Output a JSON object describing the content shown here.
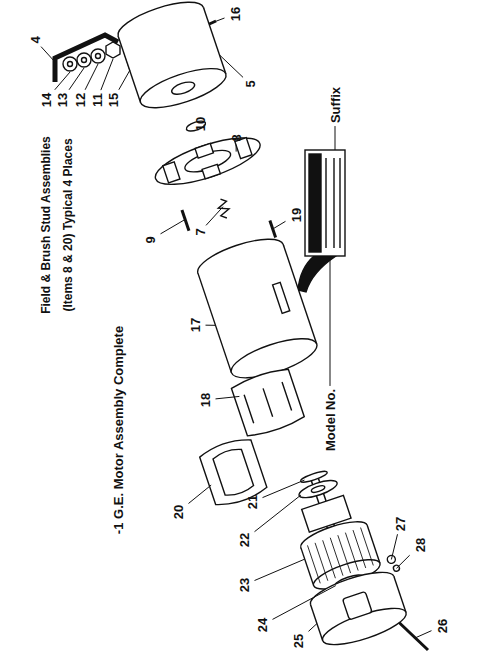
{
  "diagram": {
    "title": "-1 G.E. Motor Assembly Complete",
    "labels": [
      "4",
      "16",
      "5",
      "14",
      "13",
      "12",
      "11",
      "15",
      "Field & Brush Stud Assemblies (Items 8 & 20) Typical 4 Places",
      "10",
      "8",
      "9",
      "7",
      "19",
      "17",
      "18",
      "20",
      "21",
      "22",
      "23",
      "24",
      "25",
      "26",
      "27",
      "28",
      "Suffix",
      "Model No."
    ]
  }
}
